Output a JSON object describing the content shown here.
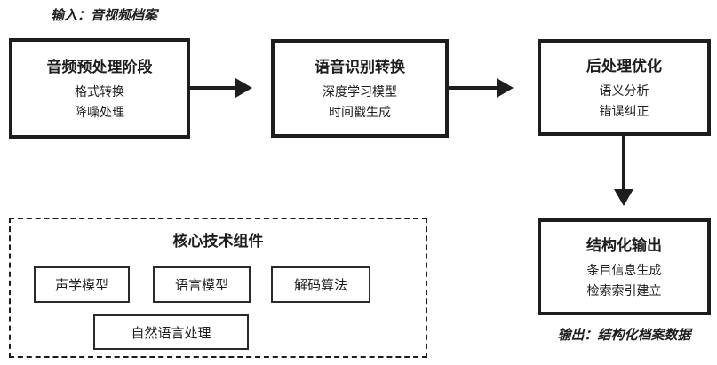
{
  "colors": {
    "ink": "#1d1d1d",
    "background": "#ffffff"
  },
  "labels": {
    "input": "输入：音视频档案",
    "output": "输出：结构化档案数据"
  },
  "flow": {
    "stages": [
      {
        "title": "音频预处理阶段",
        "items": [
          "格式转换",
          "降噪处理"
        ]
      },
      {
        "title": "语音识别转换",
        "items": [
          "深度学习模型",
          "时间戳生成"
        ]
      },
      {
        "title": "后处理优化",
        "items": [
          "语义分析",
          "错误纠正"
        ]
      },
      {
        "title": "结构化输出",
        "items": [
          "条目信息生成",
          "检索索引建立"
        ]
      }
    ]
  },
  "components": {
    "title": "核心技术组件",
    "items": [
      "声学模型",
      "语言模型",
      "解码算法",
      "自然语言处理"
    ]
  }
}
